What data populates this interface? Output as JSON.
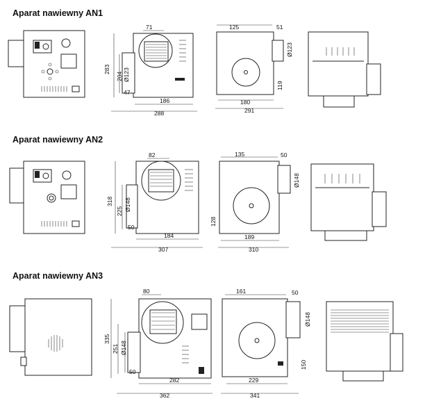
{
  "sections": [
    {
      "title": "Aparat nawiewny AN1",
      "dims": {
        "top_pipe": "71",
        "height_total": "283",
        "height_inner": "204",
        "pipe_dia": "Ø123",
        "offset_left": "47",
        "base_inner": "186",
        "width_total": "288",
        "top_left": "125",
        "top_right": "51",
        "pipe_dia_side": "Ø123",
        "side_height": "119",
        "base_side": "180",
        "width_side": "291"
      }
    },
    {
      "title": "Aparat nawiewny AN2",
      "dims": {
        "top_pipe": "82",
        "height_total": "318",
        "height_inner": "225",
        "pipe_dia": "Ø148",
        "offset_left": "50",
        "base_inner": "184",
        "width_total": "307",
        "top_left": "135",
        "top_right": "50",
        "pipe_dia_side": "Ø148",
        "side_height": "128",
        "base_side": "189",
        "width_side": "310"
      }
    },
    {
      "title": "Aparat nawiewny AN3",
      "dims": {
        "top_pipe": "80",
        "height_total": "335",
        "height_inner": "251",
        "pipe_dia": "Ø148",
        "offset_left": "50",
        "base_inner": "282",
        "width_total": "362",
        "top_left": "161",
        "top_right": "50",
        "pipe_dia_side": "Ø148",
        "side_height": "150",
        "base_side": "229",
        "width_side": "341"
      }
    }
  ]
}
